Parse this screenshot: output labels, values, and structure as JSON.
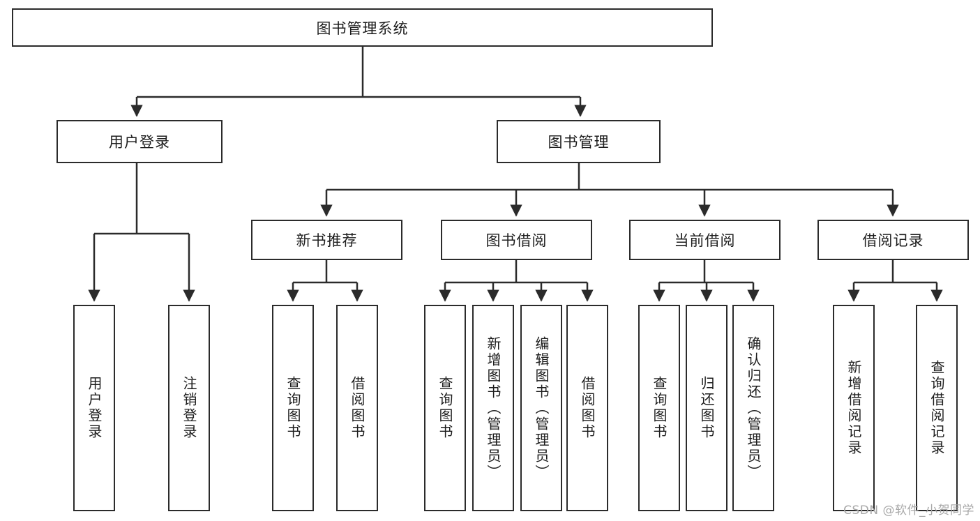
{
  "diagram": {
    "type": "tree",
    "title": "图书管理系统",
    "orientation": "top-down",
    "root": {
      "id": "root",
      "label": "图书管理系统",
      "text_orientation": "horizontal"
    },
    "level2": [
      {
        "id": "user-login",
        "label": "用户登录",
        "text_orientation": "horizontal"
      },
      {
        "id": "book-manage",
        "label": "图书管理",
        "text_orientation": "horizontal"
      }
    ],
    "level3": [
      {
        "id": "new-book-recommend",
        "label": "新书推荐",
        "parent": "book-manage",
        "text_orientation": "horizontal"
      },
      {
        "id": "book-borrow",
        "label": "图书借阅",
        "parent": "book-manage",
        "text_orientation": "horizontal"
      },
      {
        "id": "current-borrow",
        "label": "当前借阅",
        "parent": "book-manage",
        "text_orientation": "horizontal"
      },
      {
        "id": "borrow-record",
        "label": "借阅记录",
        "parent": "book-manage",
        "text_orientation": "horizontal"
      }
    ],
    "leaves": [
      {
        "id": "leaf-user-login",
        "label": "用户登录",
        "parent": "user-login",
        "text_orientation": "vertical"
      },
      {
        "id": "leaf-user-logout",
        "label": "注销登录",
        "parent": "user-login",
        "text_orientation": "vertical"
      },
      {
        "id": "leaf-query-book-1",
        "label": "查询图书",
        "parent": "new-book-recommend",
        "text_orientation": "vertical"
      },
      {
        "id": "leaf-borrow-book-1",
        "label": "借阅图书",
        "parent": "new-book-recommend",
        "text_orientation": "vertical"
      },
      {
        "id": "leaf-query-book-2",
        "label": "查询图书",
        "parent": "book-borrow",
        "text_orientation": "vertical"
      },
      {
        "id": "leaf-add-book",
        "label": "新增图书（管理员）",
        "parent": "book-borrow",
        "text_orientation": "vertical"
      },
      {
        "id": "leaf-edit-book",
        "label": "编辑图书（管理员）",
        "parent": "book-borrow",
        "text_orientation": "vertical"
      },
      {
        "id": "leaf-borrow-book-2",
        "label": "借阅图书",
        "parent": "book-borrow",
        "text_orientation": "vertical"
      },
      {
        "id": "leaf-query-book-3",
        "label": "查询图书",
        "parent": "current-borrow",
        "text_orientation": "vertical"
      },
      {
        "id": "leaf-return-book",
        "label": "归还图书",
        "parent": "current-borrow",
        "text_orientation": "vertical"
      },
      {
        "id": "leaf-confirm-return",
        "label": "确认归还（管理员）",
        "parent": "current-borrow",
        "text_orientation": "vertical"
      },
      {
        "id": "leaf-add-record",
        "label": "新增借阅记录",
        "parent": "borrow-record",
        "text_orientation": "vertical"
      },
      {
        "id": "leaf-query-record",
        "label": "查询借阅记录",
        "parent": "borrow-record",
        "text_orientation": "vertical"
      }
    ]
  },
  "watermark": {
    "text": "CSDN @软件_小贺同学"
  },
  "colors": {
    "border": "#2b2b2b",
    "text": "#1d1d1d",
    "background": "#ffffff",
    "watermark": "#a8a8a8"
  }
}
